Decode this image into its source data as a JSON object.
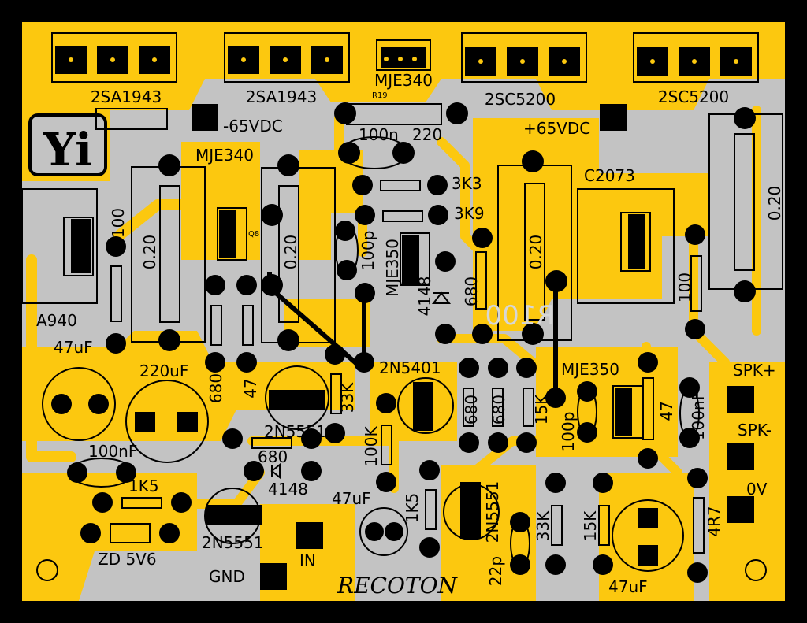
{
  "board": {
    "colors": {
      "background": "#000000",
      "board": "#c3c3c3",
      "copper": "#fcc80f",
      "silk": "#000000"
    },
    "logo": "Yi",
    "brand": "RECOTON",
    "ghost_label": "R100",
    "labels": {
      "q1": "2SA1943",
      "q2": "2SA1943",
      "q3": "MJE340",
      "q4": "2SC5200",
      "q5": "2SC5200",
      "r19": "R19",
      "neg_supply": "-65VDC",
      "c100n": "100n",
      "r220": "220",
      "pos_supply": "+65VDC",
      "mje340b": "MJE340",
      "q8": "Q8",
      "r3k3": "3K3",
      "r3k9": "3K9",
      "c2073": "C2073",
      "r020a": "0.20",
      "r020b": "0.20",
      "r020c": "0.20",
      "r020d": "0.20",
      "r100a": "100",
      "r100b": "100",
      "c100pa": "100p",
      "mje350a": "MJE350",
      "d4148a": "4148",
      "r680a": "680",
      "a940": "A940",
      "c47ua": "47uF",
      "c220u": "220uF",
      "r680b": "680",
      "r47a": "47",
      "q2n5401": "2N5401",
      "mje350b": "MJE350",
      "spk_pos": "SPK+",
      "r33ka": "33K",
      "q2n5551a": "2N5551",
      "r680c": "680",
      "r680d": "680",
      "r15ka": "15K",
      "c100pb": "100p",
      "r47b": "47",
      "c100nfa": "100nF",
      "spk_neg": "SPK-",
      "r100k": "100K",
      "c100nfb": "100nF",
      "r680e": "680",
      "d4148b": "4148",
      "r1k5a": "1K5",
      "c47ub": "47uF",
      "r1k5b": "1K5",
      "q2n5551b": "2N5551",
      "zero_v": "0V",
      "q2n5551c": "2N5551",
      "in": "IN",
      "r33kb": "33K",
      "r15kb": "15K",
      "r4r7": "4R7",
      "zd": "ZD 5V6",
      "gnd": "GND",
      "c22p": "22p",
      "c47uc": "47uF"
    }
  }
}
